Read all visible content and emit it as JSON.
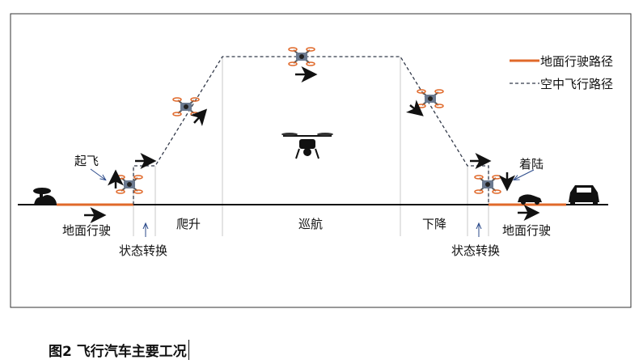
{
  "legend": {
    "ground_path": "地面行驶路径",
    "air_path": "空中飞行路径"
  },
  "labels": {
    "takeoff": "起飞",
    "ground_drive_left": "地面行驶",
    "transition_left": "状态转换",
    "climb": "爬升",
    "cruise": "巡航",
    "descend": "下降",
    "transition_right": "状态转换",
    "ground_drive_right": "地面行驶",
    "landing": "着陆"
  },
  "caption": "图2 飞行汽车主要工况",
  "colors": {
    "ground": "#e0692a",
    "air": "#333a4a",
    "divider": "#c8c8c8",
    "pointer": "#2b4a8a"
  }
}
